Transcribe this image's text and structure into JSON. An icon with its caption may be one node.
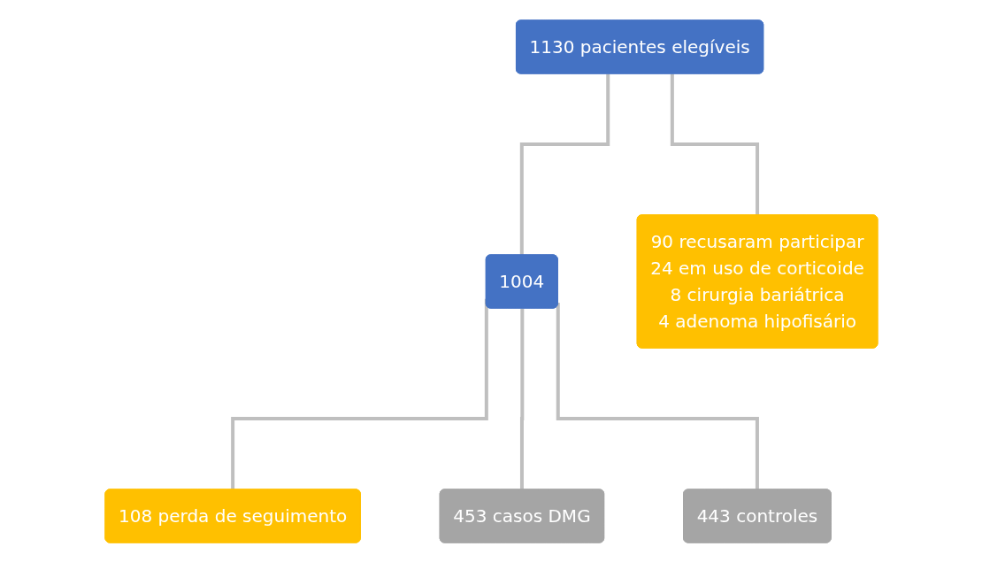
{
  "diagram": {
    "nodes": [
      {
        "text": [
          "1130 pacientes elegíveis"
        ]
      },
      {
        "text": [
          "90 recusaram participar",
          "24 em uso de corticoide",
          "8 cirurgia bariátrica",
          "4 adenoma hipofisário"
        ]
      },
      {
        "text": [
          "1004"
        ]
      },
      {
        "text": [
          "108 perda de seguimento"
        ]
      },
      {
        "text": [
          "453 casos DMG"
        ]
      },
      {
        "text": [
          "443 controles"
        ]
      }
    ],
    "edges": [
      {
        "from": 0,
        "to": 2,
        "arrow": "none"
      },
      {
        "from": 0,
        "to": 1,
        "arrow": "none"
      },
      {
        "from": 2,
        "to": 3,
        "arrow": "none"
      },
      {
        "from": 2,
        "to": 4,
        "arrow": "none"
      },
      {
        "from": 2,
        "to": 5,
        "arrow": "none"
      }
    ]
  }
}
